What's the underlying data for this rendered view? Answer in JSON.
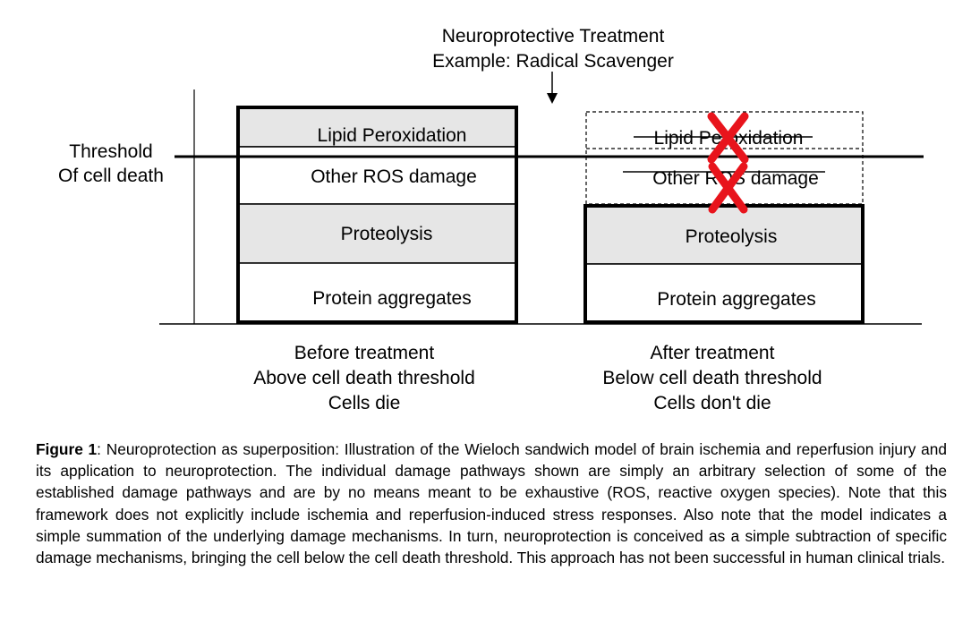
{
  "treatment": {
    "line1": "Neuroprotective Treatment",
    "line2": "Example: Radical Scavenger"
  },
  "threshold": {
    "line1": "Threshold",
    "line2": "Of cell death"
  },
  "before": {
    "layers": [
      "Lipid Peroxidation",
      "Other ROS damage",
      "Proteolysis",
      "Protein aggregates"
    ],
    "caption": [
      "Before treatment",
      "Above cell death threshold",
      "Cells die"
    ]
  },
  "after": {
    "removed_layers": [
      "Lipid Peroxidation",
      "Other ROS damage"
    ],
    "layers": [
      "Proteolysis",
      "Protein aggregates"
    ],
    "caption": [
      "After treatment",
      "Below cell death threshold",
      "Cells don't die"
    ]
  },
  "colors": {
    "x_mark": "#e8141c",
    "gray_fill": "#e6e6e6"
  },
  "figure_caption": {
    "label": "Figure 1",
    "text": ": Neuroprotection as superposition: Illustration of the Wieloch sandwich model of brain ischemia and reperfusion injury and its application to neuroprotection.  The individual damage pathways shown are simply an arbitrary selection of some of the established damage pathways and are by no means meant to be exhaustive (ROS, reactive oxygen species).  Note that this framework does not explicitly include ischemia and reperfusion-induced stress responses. Also note that the model indicates a simple summation of the underlying damage mechanisms.  In turn, neuroprotection is conceived as a simple subtraction of specific damage mechanisms, bringing the cell below the cell death threshold.  This approach has not been successful in human clinical trials."
  }
}
